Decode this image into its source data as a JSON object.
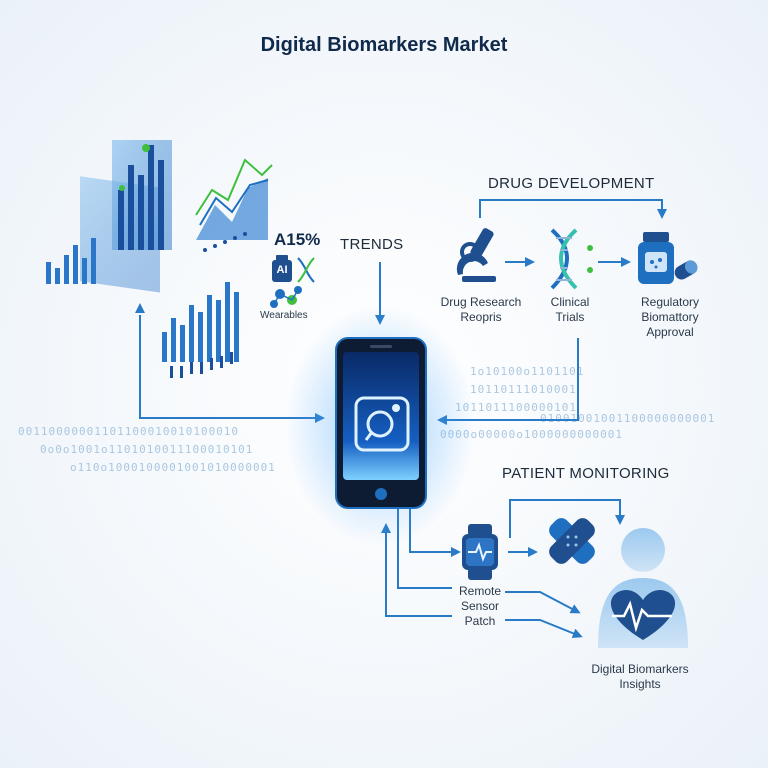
{
  "title": "Digital Biomarkers Market",
  "trends": {
    "label": "TRENDS",
    "stat": "A15%",
    "ai_badge": "AI",
    "wearables_label": "Wearables"
  },
  "drug_development": {
    "title": "DRUG DEVELOPMENT",
    "steps": [
      {
        "label_line1": "Drug Research",
        "label_line2": "Reopris",
        "icon": "microscope-icon"
      },
      {
        "label_line1": "Clinical",
        "label_line2": "Trials",
        "icon": "dna-icon"
      },
      {
        "label_line1": "Regulatory",
        "label_line2": "Biomattory",
        "label_line3": "Approval",
        "icon": "medicine-bottle-icon"
      }
    ]
  },
  "patient_monitoring": {
    "title": "PATIENT MONITORING",
    "remote_sensor": {
      "line1": "Remote",
      "line2": "Sensor",
      "line3": "Patch"
    },
    "insights": {
      "line1": "Digital Biomarkers",
      "line2": "Insights"
    }
  },
  "binary_strings": [
    "00110000001101100010010100010",
    "0o0o1001o1101010011100010101",
    "o110o1000100001001010000001",
    "1o10100o1101101",
    "10110111010001",
    "1011011100000101",
    "0000o00000o1000000000001",
    "01001001001100000000001"
  ],
  "colors": {
    "primary": "#1f6fc0",
    "dark": "#0f2a4a",
    "accent_green": "#3fbf3f",
    "light_blue": "#9cc7ea"
  }
}
